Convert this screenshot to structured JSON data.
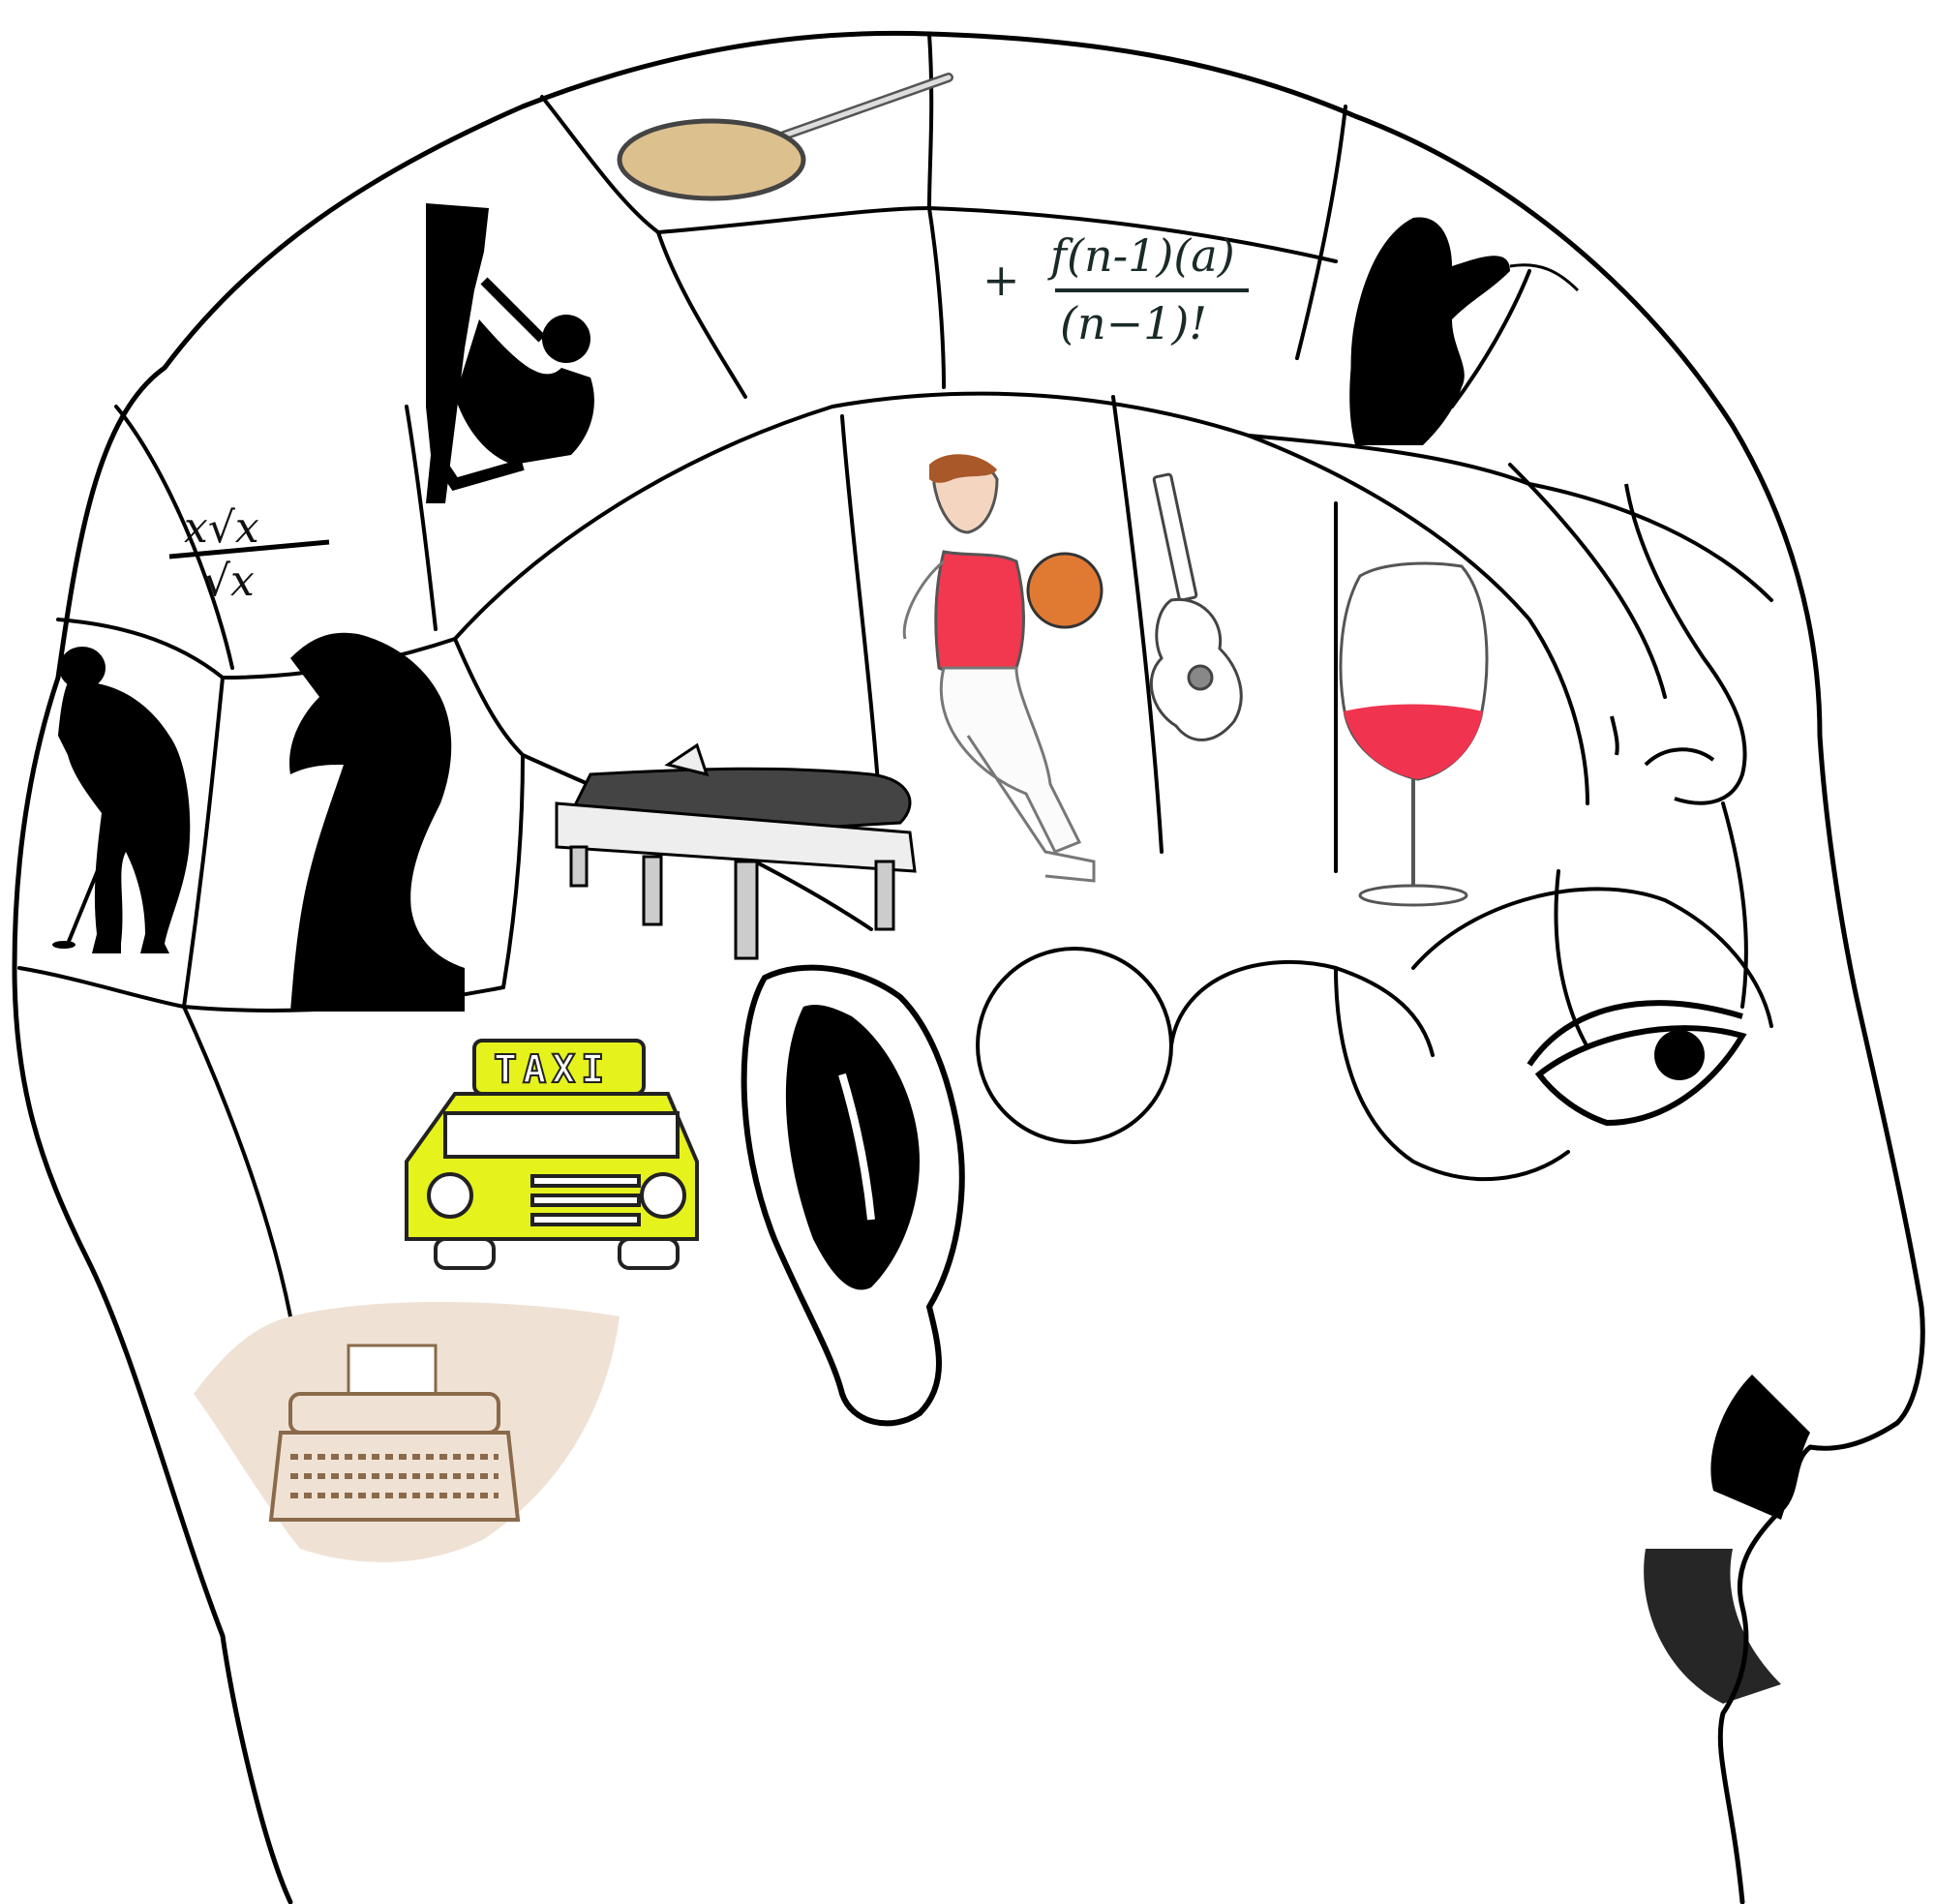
{
  "colors": {
    "outline": "#000000",
    "taxi_yellow": "#e6f21b",
    "wine_red": "#f0344f",
    "jersey_red": "#f2384f",
    "ball_orange": "#e07a33",
    "typewriter_bg": "#efe2d5",
    "pan_fill": "#dcc08e",
    "hair_brown": "#a9582a"
  },
  "labels": {
    "taylor_numerator": "f(n-1)(a)",
    "taylor_prefix": "+",
    "taylor_denominator": "(n−1)!",
    "root_top": "x√x",
    "root_bottom": "√x",
    "taxi_sign": "TAXI"
  },
  "icons": [
    "golfer-icon",
    "chess-knight-icon",
    "root-formula-icon",
    "rock-climber-icon",
    "frying-pan-icon",
    "taylor-formula-icon",
    "singer-icon",
    "nose-icon",
    "grand-piano-icon",
    "basketball-player-icon",
    "guitar-icon",
    "wine-glass-icon",
    "taxi-icon",
    "typewriter-icon",
    "ear-icon",
    "eye-icon"
  ]
}
